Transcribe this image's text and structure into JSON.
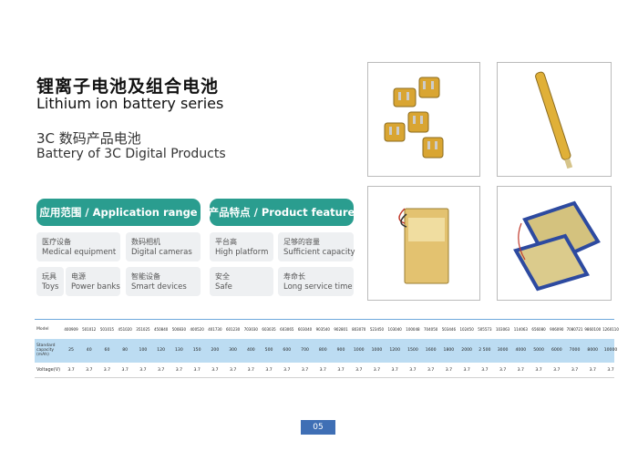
{
  "header": {
    "title_cn": "锂离子电池及组合电池",
    "title_en": "Lithium ion battery series",
    "subtitle_cn": "3C 数码产品电池",
    "subtitle_en": "Battery of 3C Digital Products"
  },
  "application": {
    "banner": "应用范围 / Application range",
    "items": [
      {
        "cn": "医疗设备",
        "en": "Medical equipment"
      },
      {
        "cn": "数码相机",
        "en": "Digital cameras"
      },
      {
        "cn": "玩具",
        "en": "Toys"
      },
      {
        "cn": "电源",
        "en": "Power banks"
      },
      {
        "cn": "智能设备",
        "en": "Smart devices"
      }
    ]
  },
  "features": {
    "banner": "产品特点 / Product feature",
    "items": [
      {
        "cn": "平台高",
        "en": "High platform"
      },
      {
        "cn": "足够的容量",
        "en": "Sufficient capacity"
      },
      {
        "cn": "安全",
        "en": "Safe"
      },
      {
        "cn": "寿命长",
        "en": "Long service time"
      }
    ]
  },
  "table": {
    "model_label": "Model",
    "capacity_label": "Standard capacity (mAh)",
    "voltage_label": "Voltage(V)",
    "models": [
      "400909",
      "501012",
      "501015",
      "451020",
      "351025",
      "450840",
      "500830",
      "400520",
      "401730",
      "601230",
      "703030",
      "603035",
      "603065",
      "603040",
      "903540",
      "902801",
      "803070",
      "523450",
      "103040",
      "100048",
      "704050",
      "503446",
      "102450",
      "505573",
      "103063",
      "114063",
      "656080",
      "906090",
      "7080721",
      "9860100",
      "1260110"
    ],
    "capacities": [
      "25",
      "40",
      "60",
      "80",
      "100",
      "120",
      "130",
      "150",
      "200",
      "300",
      "400",
      "500",
      "600",
      "700",
      "800",
      "900",
      "1000",
      "1000",
      "1200",
      "1500",
      "1600",
      "1800",
      "2000",
      "2 500",
      "3000",
      "4000",
      "5000",
      "6000",
      "7000",
      "8000",
      "10000"
    ],
    "voltage": "3.7"
  },
  "page": {
    "number": "05"
  },
  "colors": {
    "teal": "#2a9d8f",
    "band": "#bcdcf2",
    "page_badge": "#3f6fb5"
  },
  "icons": [
    "square-battery-icon",
    "cylindrical-battery-icon",
    "pouch-battery-icon",
    "flat-pack-battery-icon"
  ]
}
